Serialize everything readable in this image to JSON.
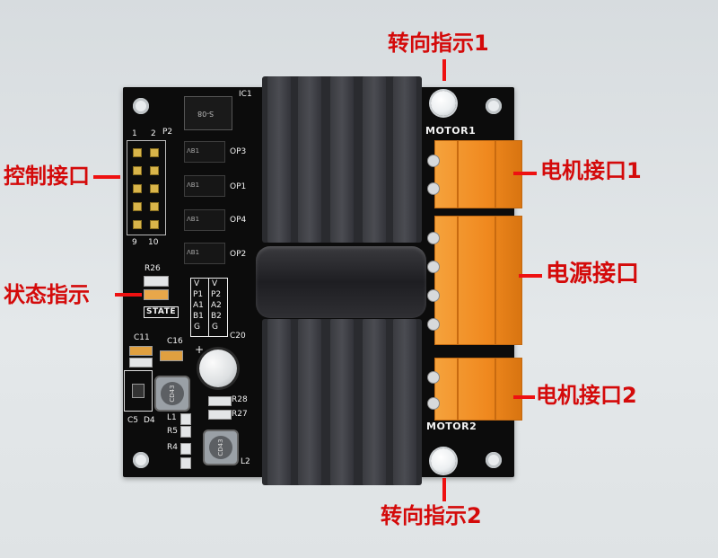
{
  "annotations": {
    "dir_indicator_1": "转向指示1",
    "dir_indicator_2": "转向指示2",
    "control_port": "控制接口",
    "status_indicator": "状态指示",
    "motor_port_1": "电机接口1",
    "power_port": "电源接口",
    "motor_port_2": "电机接口2"
  },
  "silkscreen": {
    "ic1": "IC1",
    "chip_mark": "S-08",
    "p2": "P2",
    "pin1": "1",
    "pin2": "2",
    "pin9": "9",
    "pin10": "10",
    "op3": "OP3",
    "op1": "OP1",
    "op4": "OP4",
    "op2": "OP2",
    "opto_mark": "ΛB1",
    "r26": "R26",
    "state": "STATE",
    "pin_col1": [
      "V",
      "P1",
      "A1",
      "B1",
      "G"
    ],
    "pin_col2": [
      "V",
      "P2",
      "A2",
      "B2",
      "G"
    ],
    "c11": "C11",
    "c16": "C16",
    "c20": "C20",
    "plus": "+",
    "cd43": "CD43",
    "c5": "C5",
    "d4": "D4",
    "r28": "R28",
    "r27": "R27",
    "l1": "L1",
    "r5": "R5",
    "r4": "R4",
    "l2": "L2",
    "motor1": "MOTOR1",
    "motor2": "MOTOR2"
  },
  "colors": {
    "label_red": "#d40a0a",
    "pcb": "#0c0c0c",
    "terminal_orange": "#f0891f"
  }
}
